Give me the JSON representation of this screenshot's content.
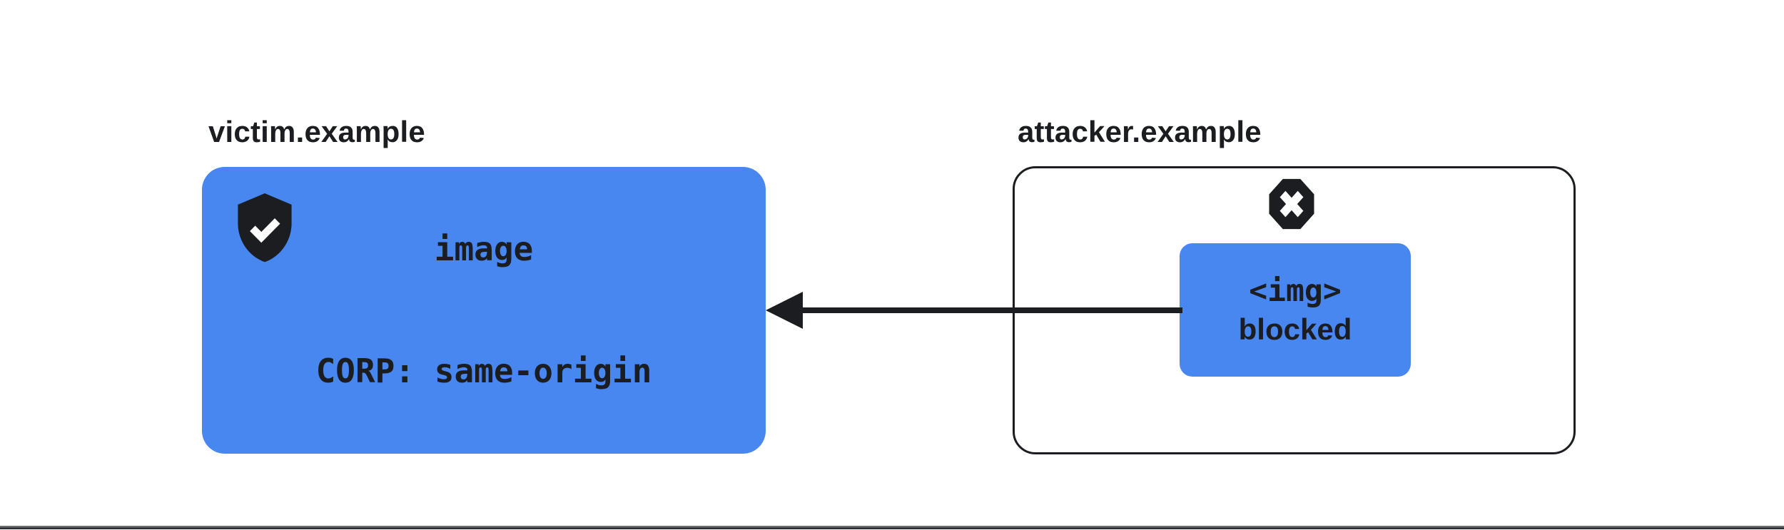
{
  "colors": {
    "blue": "#4886F0",
    "ink": "#1B1D21",
    "page-bg": "#FFFFFF",
    "rule": "#141518"
  },
  "victim": {
    "title": "victim.example",
    "icon": "shield-check",
    "resource_lines": [
      "image",
      "CORP: same-origin"
    ]
  },
  "attacker": {
    "title": "attacker.example",
    "icon": "blocked-x-octagon",
    "request_lines": [
      "<img>",
      "blocked"
    ]
  },
  "arrow": {
    "direction": "left",
    "from": "attacker-request-chip",
    "to": "victim-resource-box"
  }
}
